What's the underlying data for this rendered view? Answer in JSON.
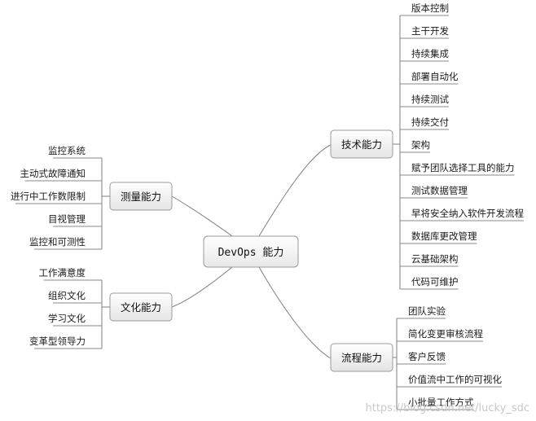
{
  "center": {
    "label": "DevOps 能力"
  },
  "branches": {
    "tech": {
      "label": "技术能力",
      "items": [
        "版本控制",
        "主干开发",
        "持续集成",
        "部署自动化",
        "持续测试",
        "持续交付",
        "架构",
        "赋予团队选择工具的能力",
        "测试数据管理",
        "早将安全纳入软件开发流程",
        "数据库更改管理",
        "云基础架构",
        "代码可维护"
      ]
    },
    "measure": {
      "label": "测量能力",
      "items": [
        "监控系统",
        "主动式故障通知",
        "进行中工作数限制",
        "目视管理",
        "监控和可测性"
      ]
    },
    "culture": {
      "label": "文化能力",
      "items": [
        "工作满意度",
        "组织文化",
        "学习文化",
        "变革型领导力"
      ]
    },
    "process": {
      "label": "流程能力",
      "items": [
        "团队实验",
        "简化变更审核流程",
        "客户反馈",
        "价值流中工作的可视化",
        "小批量工作方式"
      ]
    }
  },
  "watermark": "https://blog.csdn.net/lucky_sdc"
}
